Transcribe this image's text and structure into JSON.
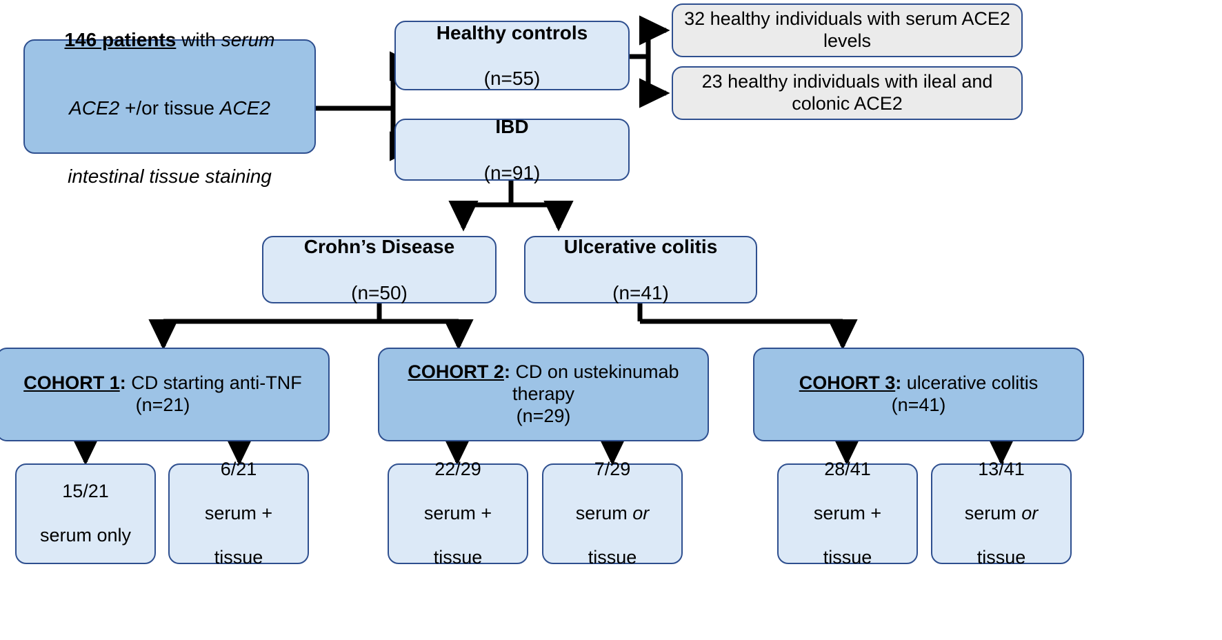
{
  "diagram": {
    "title": "ACE2 study cohort flow chart",
    "colors": {
      "border": "#2e4f8f",
      "fill_dark_blue": "#9dc3e6",
      "fill_light_blue": "#dce9f7",
      "fill_gray": "#ebebeb",
      "arrow": "#000000",
      "text": "#000000"
    },
    "nodes": {
      "root": {
        "line1_bold_underline": "146 patients",
        "line1_rest": " with ",
        "line1_italic": "serum",
        "line2_italic_a": "ACE2",
        "line2_plain": " +/or tissue ",
        "line2_italic_b": "ACE2",
        "line3_italic": "intestinal tissue staining"
      },
      "healthy_controls": {
        "label": "Healthy controls",
        "count": "(n=55)"
      },
      "ibd": {
        "label": "IBD",
        "count": "(n=91)"
      },
      "hc_serum": {
        "text": "32 healthy individuals with serum ACE2 levels"
      },
      "hc_tissue": {
        "text": "23 healthy individuals with ileal and colonic ACE2"
      },
      "crohns": {
        "label": "Crohn’s Disease",
        "count": "(n=50)"
      },
      "uc": {
        "label": "Ulcerative colitis",
        "count": "(n=41)"
      },
      "cohort1": {
        "tag": "COHORT 1",
        "colon": ":  ",
        "desc": "CD starting anti-TNF",
        "count": "(n=21)"
      },
      "cohort2": {
        "tag": "COHORT 2",
        "colon": ": ",
        "desc": "CD on ustekinumab therapy",
        "count": "(n=29)"
      },
      "cohort3": {
        "tag": "COHORT 3",
        "colon": ": ",
        "desc": "ulcerative colitis",
        "count": "(n=41)"
      },
      "c1_left": {
        "ratio": "15/21",
        "detail": "serum only"
      },
      "c1_right": {
        "ratio": "6/21",
        "detail_pre": "serum + ",
        "detail_italic": "",
        "detail_post": "tissue"
      },
      "c2_left": {
        "ratio": "22/29",
        "detail_pre": "serum + ",
        "detail_italic": "",
        "detail_post": "tissue"
      },
      "c2_right": {
        "ratio": "7/29",
        "detail_pre": "serum ",
        "detail_italic": "or",
        "detail_post": " tissue"
      },
      "c3_left": {
        "ratio": "28/41",
        "detail_pre": "serum + ",
        "detail_italic": "",
        "detail_post": "tissue"
      },
      "c3_right": {
        "ratio": "13/41",
        "detail_pre": "serum ",
        "detail_italic": "or",
        "detail_post": " tissue"
      }
    }
  }
}
